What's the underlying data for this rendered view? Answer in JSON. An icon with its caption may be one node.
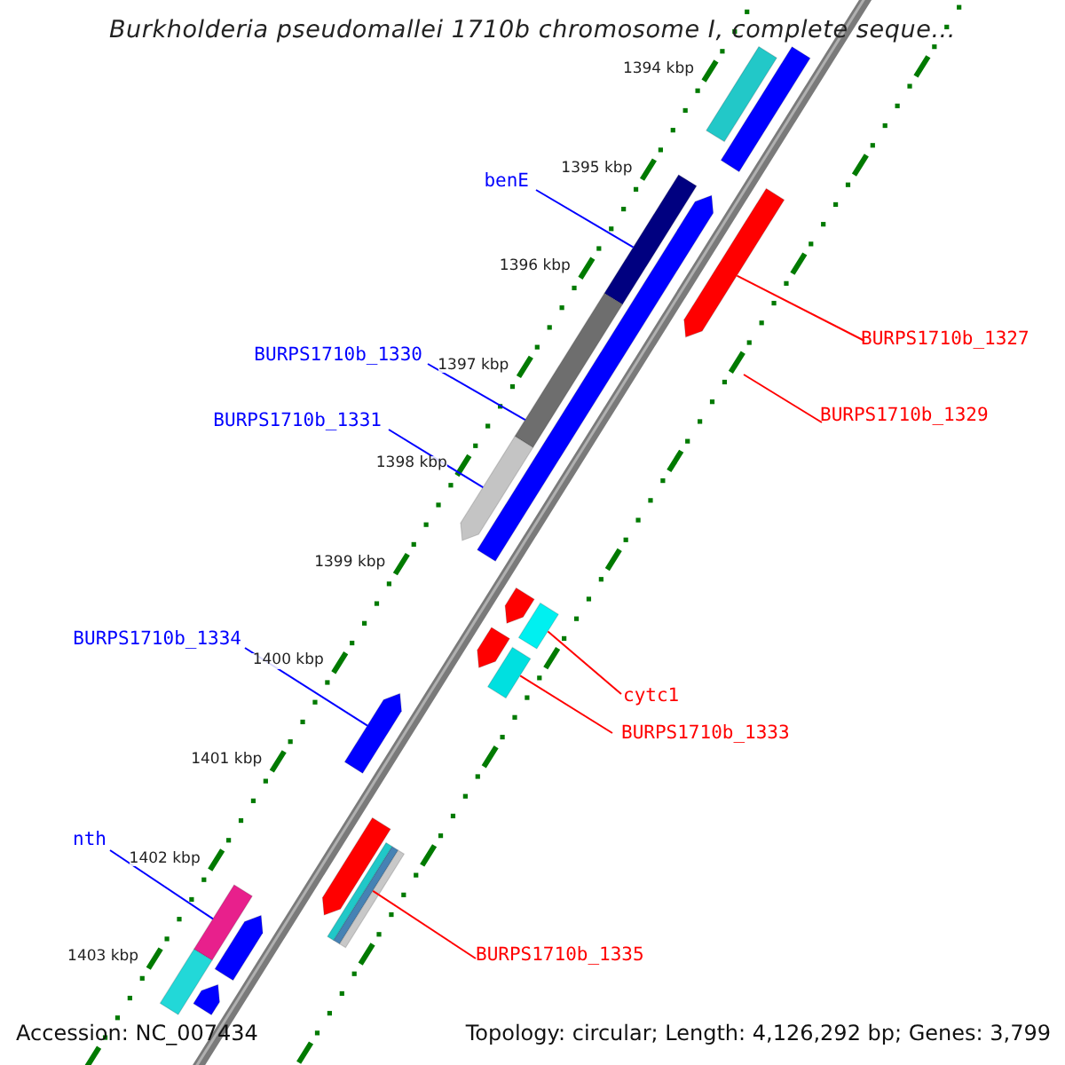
{
  "diagram": {
    "title": "Burkholderia pseudomallei 1710b chromosome I, complete seque...",
    "nodes": [
      {
        "text": [
          "benE"
        ]
      },
      {
        "text": [
          "BURPS1710b_1327"
        ]
      },
      {
        "text": [
          "BURPS1710b_1330"
        ]
      },
      {
        "text": [
          "BURPS1710b_1329"
        ]
      },
      {
        "text": [
          "BURPS1710b_1331"
        ]
      },
      {
        "text": [
          "BURPS1710b_1334"
        ]
      },
      {
        "text": [
          "cytc1"
        ]
      },
      {
        "text": [
          "BURPS1710b_1333"
        ]
      },
      {
        "text": [
          "nth"
        ]
      },
      {
        "text": [
          "BURPS1710b_1335"
        ]
      },
      {
        "text": [],
        "shape": "bar"
      },
      {
        "text": [],
        "shape": "bar"
      },
      {
        "text": [],
        "shape": "bar"
      },
      {
        "text": [],
        "shape": "bar"
      },
      {
        "text": [],
        "shape": "bar"
      },
      {
        "text": [],
        "shape": "bar"
      },
      {
        "text": [],
        "shape": "bar"
      },
      {
        "text": [],
        "shape": "bar"
      },
      {
        "text": [],
        "shape": "bar"
      },
      {
        "text": [],
        "shape": "bar"
      },
      {
        "text": [],
        "shape": "bar"
      },
      {
        "text": [],
        "shape": "bar"
      },
      {
        "text": [],
        "shape": "bar"
      },
      {
        "text": [],
        "shape": "bar"
      },
      {
        "text": [],
        "shape": "bar"
      },
      {
        "text": [],
        "shape": "bar"
      },
      {
        "text": [],
        "shape": "bar"
      },
      {
        "text": [],
        "shape": "bar"
      },
      {
        "text": [],
        "shape": "bar"
      },
      {
        "text": [],
        "shape": "bar"
      }
    ],
    "edges": [
      {
        "from": 0,
        "to": 10,
        "arrow": "none"
      },
      {
        "from": 1,
        "to": 11,
        "arrow": "none",
        "color": "#ff0000"
      },
      {
        "from": 2,
        "to": 12,
        "arrow": "none"
      },
      {
        "from": 3,
        "to": null,
        "arrow": "none",
        "color": "#ff0000"
      },
      {
        "from": 4,
        "to": 13,
        "arrow": "none"
      },
      {
        "from": 5,
        "to": 14,
        "arrow": "none"
      },
      {
        "from": 6,
        "to": 15,
        "arrow": "none",
        "color": "#ff0000"
      },
      {
        "from": 7,
        "to": 16,
        "arrow": "none",
        "color": "#ff0000"
      },
      {
        "from": 8,
        "to": 17,
        "arrow": "none"
      },
      {
        "from": 9,
        "to": 18,
        "arrow": "none",
        "color": "#ff0000"
      }
    ],
    "labels": [
      "1394 kbp",
      "1395 kbp",
      "1396 kbp",
      "1397 kbp",
      "1398 kbp",
      "1399 kbp",
      "1400 kbp",
      "1401 kbp",
      "1402 kbp",
      "1403 kbp",
      "Accession: NC_007434",
      "Topology: circular; Length: 4,126,292 bp; Genes: 3,799"
    ]
  }
}
